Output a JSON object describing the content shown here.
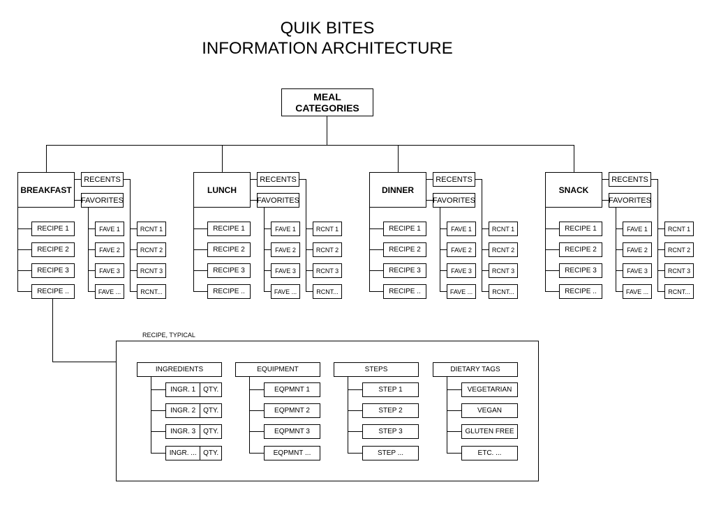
{
  "title": {
    "line1": "QUIK BITES",
    "line2": "INFORMATION ARCHITECTURE"
  },
  "root": {
    "line1": "MEAL",
    "line2": "CATEGORIES"
  },
  "categories": [
    {
      "name": "BREAKFAST",
      "recents_label": "RECENTS",
      "favorites_label": "FAVORITES",
      "recipes": [
        "RECIPE 1",
        "RECIPE 2",
        "RECIPE 3",
        "RECIPE .."
      ],
      "faves": [
        "FAVE 1",
        "FAVE 2",
        "FAVE 3",
        "FAVE ..."
      ],
      "recents": [
        "RCNT 1",
        "RCNT 2",
        "RCNT 3",
        "RCNT..."
      ]
    },
    {
      "name": "LUNCH",
      "recents_label": "RECENTS",
      "favorites_label": "FAVORITES",
      "recipes": [
        "RECIPE 1",
        "RECIPE 2",
        "RECIPE 3",
        "RECIPE .."
      ],
      "faves": [
        "FAVE 1",
        "FAVE 2",
        "FAVE 3",
        "FAVE ..."
      ],
      "recents": [
        "RCNT 1",
        "RCNT 2",
        "RCNT 3",
        "RCNT..."
      ]
    },
    {
      "name": "DINNER",
      "recents_label": "RECENTS",
      "favorites_label": "FAVORITES",
      "recipes": [
        "RECIPE 1",
        "RECIPE 2",
        "RECIPE 3",
        "RECIPE .."
      ],
      "faves": [
        "FAVE 1",
        "FAVE 2",
        "FAVE 3",
        "FAVE ..."
      ],
      "recents": [
        "RCNT 1",
        "RCNT 2",
        "RCNT 3",
        "RCNT..."
      ]
    },
    {
      "name": "SNACK",
      "recents_label": "RECENTS",
      "favorites_label": "FAVORITES",
      "recipes": [
        "RECIPE 1",
        "RECIPE 2",
        "RECIPE 3",
        "RECIPE .."
      ],
      "faves": [
        "FAVE 1",
        "FAVE 2",
        "FAVE 3",
        "FAVE ..."
      ],
      "recents": [
        "RCNT 1",
        "RCNT 2",
        "RCNT 3",
        "RCNT..."
      ]
    }
  ],
  "recipe_detail": {
    "caption": "RECIPE, TYPICAL",
    "ingredients": {
      "label": "INGREDIENTS",
      "items": [
        {
          "name": "INGR. 1",
          "qty": "QTY."
        },
        {
          "name": "INGR. 2",
          "qty": "QTY."
        },
        {
          "name": "INGR. 3",
          "qty": "QTY."
        },
        {
          "name": "INGR. ...",
          "qty": "QTY."
        }
      ]
    },
    "equipment": {
      "label": "EQUIPMENT",
      "items": [
        "EQPMNT 1",
        "EQPMNT 2",
        "EQPMNT 3",
        "EQPMNT ..."
      ]
    },
    "steps": {
      "label": "STEPS",
      "items": [
        "STEP 1",
        "STEP 2",
        "STEP 3",
        "STEP ..."
      ]
    },
    "dietary_tags": {
      "label": "DIETARY TAGS",
      "items": [
        "VEGETARIAN",
        "VEGAN",
        "GLUTEN FREE",
        "ETC. ..."
      ]
    }
  }
}
